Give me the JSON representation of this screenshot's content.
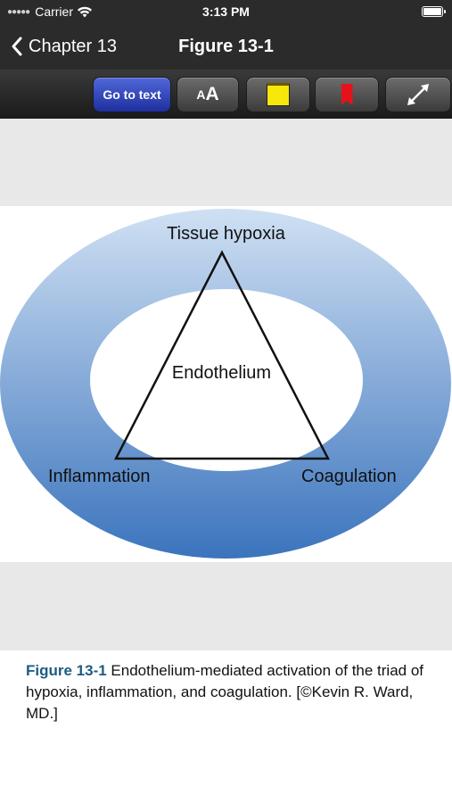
{
  "status": {
    "carrier": "Carrier",
    "time": "3:13 PM"
  },
  "nav": {
    "back_label": "Chapter 13",
    "title": "Figure 13-1"
  },
  "toolbar": {
    "goto_label": "Go to text",
    "font_small": "A",
    "font_large": "A"
  },
  "figure": {
    "top_label": "Tissue hypoxia",
    "center_label": "Endothelium",
    "left_label": "Inflammation",
    "right_label": "Coagulation",
    "colors": {
      "ring_light": "#cfe0f3",
      "ring_dark": "#3b74bd"
    }
  },
  "caption": {
    "title": "Figure 13-1",
    "text": " Endothelium-mediated activation of the triad of hypoxia, inflammation, and coagulation. [©Kevin R. Ward, MD.]"
  }
}
